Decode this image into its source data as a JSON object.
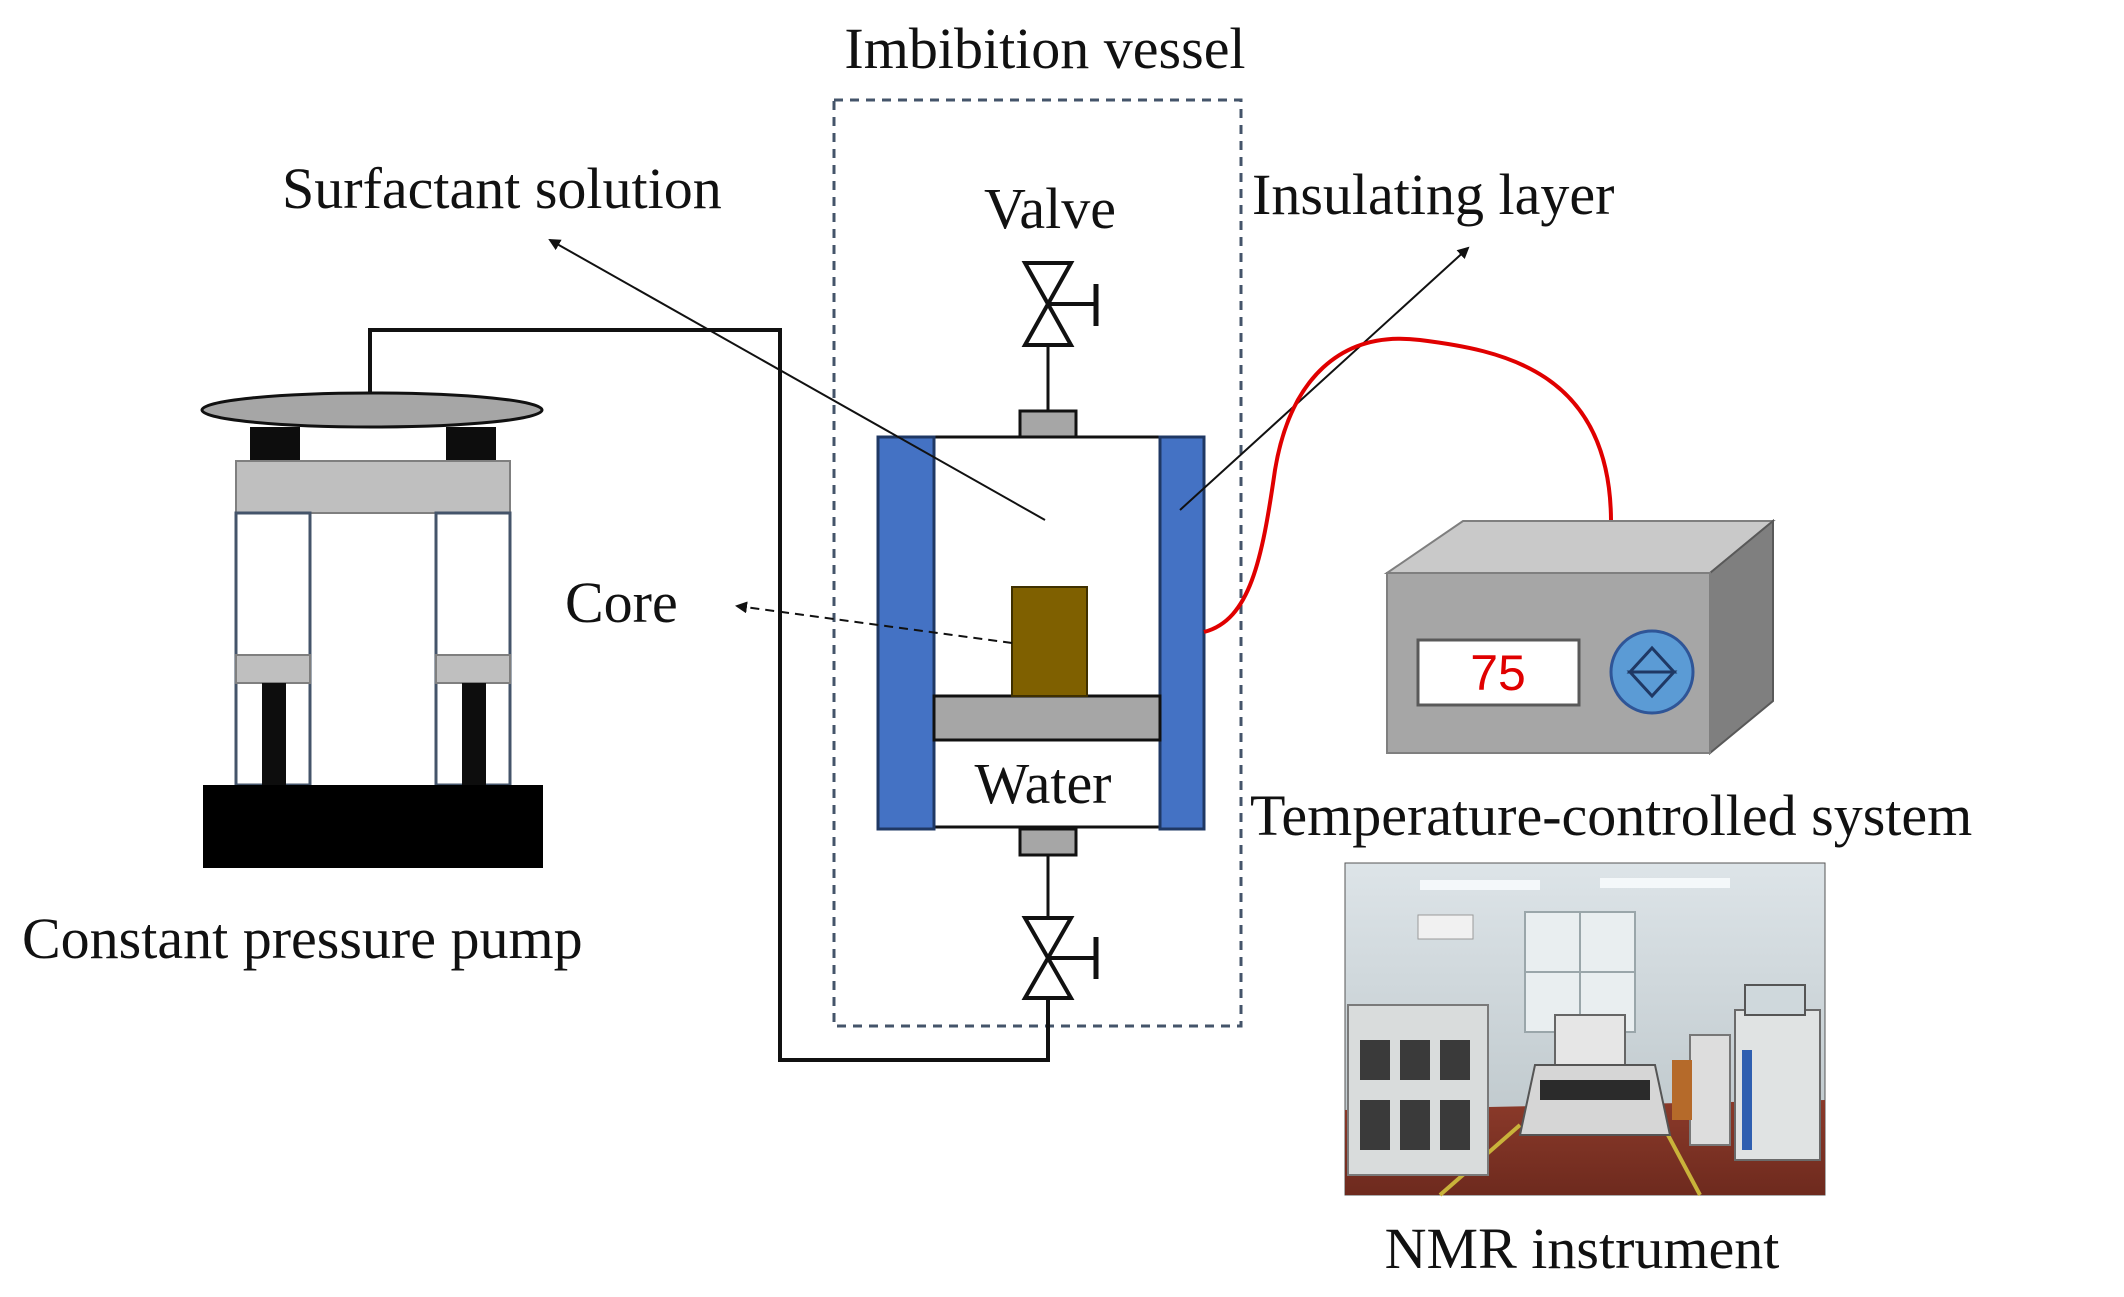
{
  "labels": {
    "imbibition_vessel": "Imbibition vessel",
    "surfactant_solution": "Surfactant solution",
    "valve": "Valve",
    "insulating_layer": "Insulating layer",
    "core": "Core",
    "water": "Water",
    "constant_pressure_pump": "Constant pressure pump",
    "temperature_controlled_system": "Temperature-controlled system",
    "nmr_instrument": "NMR instrument"
  },
  "temperature_controller": {
    "display_value": "75",
    "knob_icon": "up-down-arrows-icon"
  },
  "colors": {
    "insulating_layer": "#4472c4",
    "core": "#7f6000",
    "heater_wire": "#e00000",
    "display_text": "#e00000",
    "vessel_outline": "#44546a",
    "controller_body": "#a6a6a6",
    "pump_gray": "#bfbfbf"
  }
}
